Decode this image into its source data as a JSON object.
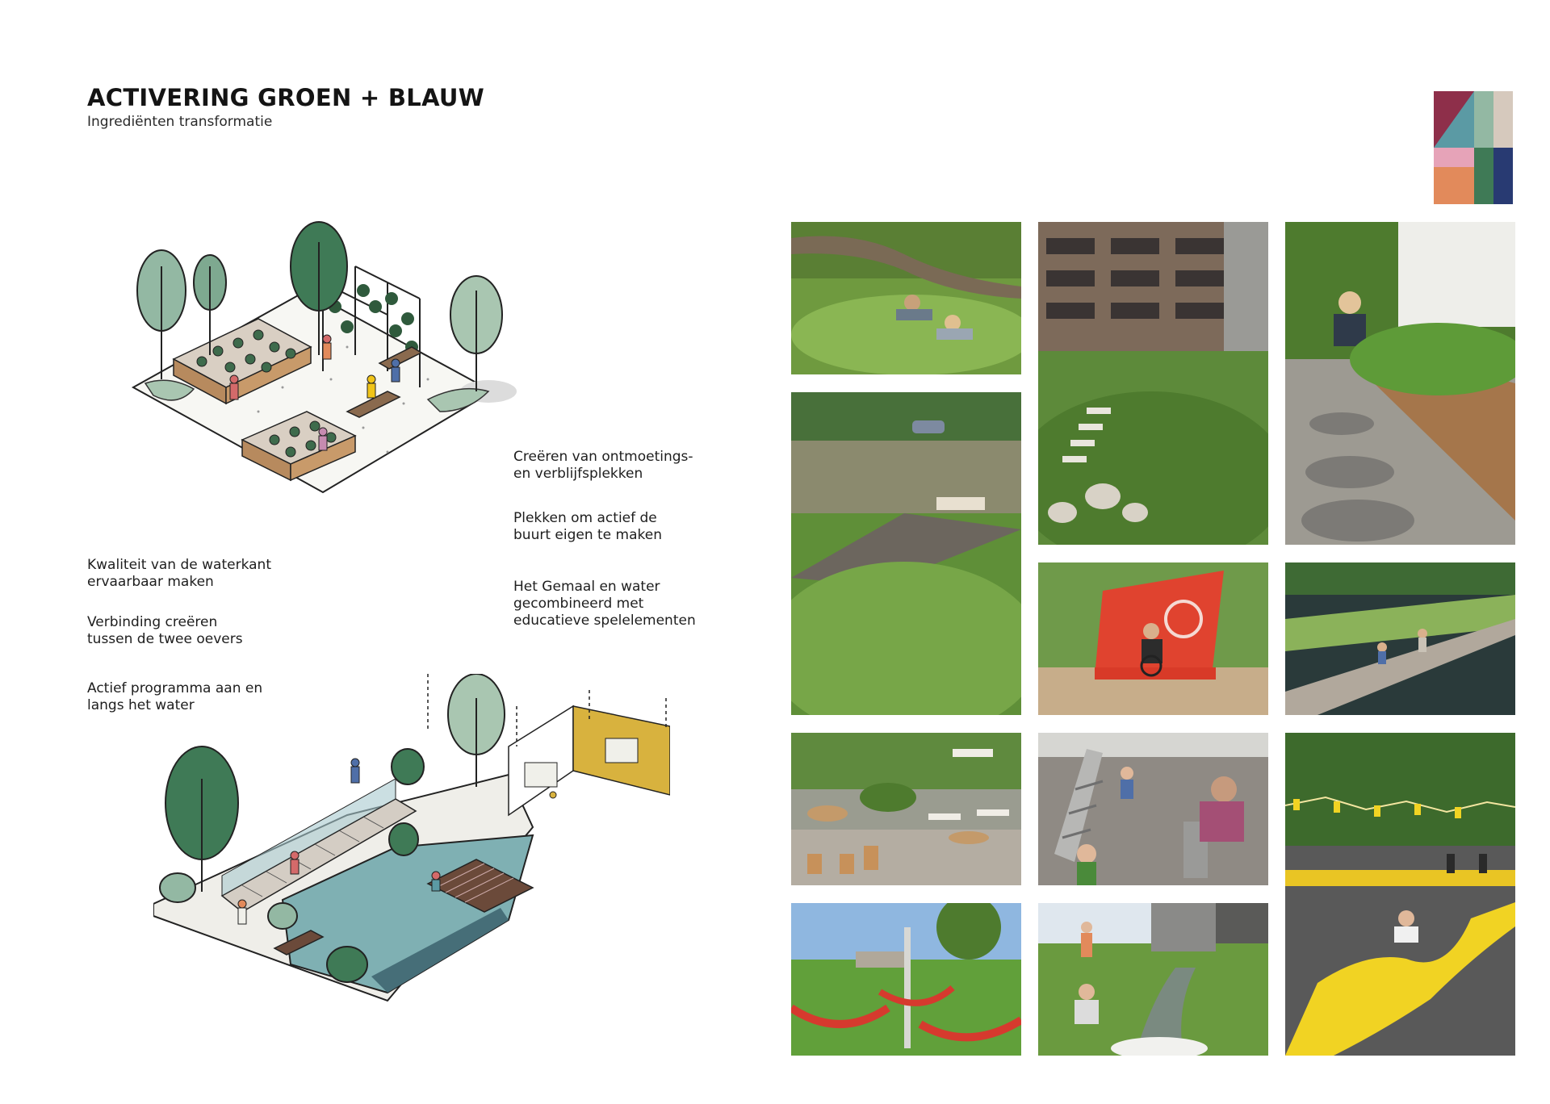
{
  "header": {
    "title": "ACTIVERING GROEN + BLAUW",
    "subtitle": "Ingrediënten transformatie"
  },
  "notes": {
    "left": [
      "Kwaliteit van de waterkant\nervaarbaar maken",
      "Verbinding creëren\ntussen de twee oevers",
      "Actief programma aan en\nlangs het water"
    ],
    "right": [
      "Creëren van ontmoetings-\nen verblijfsplekken",
      "Plekken om actief de\nbuurt eigen te maken",
      "Het Gemaal en water\ngecombineerd met\neducatieve spelelementen"
    ]
  },
  "colors": {
    "burgundy": "#8e2f4a",
    "teal": "#5b9aa4",
    "sage": "#93b8a3",
    "sand": "#d6c9bd",
    "pink": "#e6a3b8",
    "forest": "#3f7a56",
    "navy": "#283a72",
    "orange": "#e28a5b",
    "ochre": "#d8b23e",
    "red": "#e0432f",
    "yellow": "#f1d323"
  },
  "photos": [
    {
      "name": "photo-children-climbing-tree",
      "scene": "children crawling under a fallen tree in tall grass"
    },
    {
      "name": "photo-residential-courtyard-garden",
      "scene": "green courtyard with stepping stones and boulders between apartment blocks"
    },
    {
      "name": "photo-raised-garden-beds",
      "scene": "woman tending wooden raised planters beside a stepping stone path"
    },
    {
      "name": "photo-wooden-pier-pond",
      "scene": "people lying on a wooden pier by a reedy pond"
    },
    {
      "name": "photo-red-wheelchair-swing",
      "scene": "man in wheelchair on a red accessible swing"
    },
    {
      "name": "photo-boardwalk-wetland",
      "scene": "people walking on a boardwalk through a wetland"
    },
    {
      "name": "photo-garden-cafe-terrace",
      "scene": "garden café with tables and tree stumps"
    },
    {
      "name": "photo-water-play-archimedes-screw",
      "scene": "children playing with a water screw and pump"
    },
    {
      "name": "photo-yellow-slide-terrace",
      "scene": "child on a long yellow slide under string lights"
    },
    {
      "name": "photo-hammock-park",
      "scene": "people relaxing in red hammocks on a lawn"
    },
    {
      "name": "photo-children-playing-stream",
      "scene": "children playing in a small urban stream"
    }
  ]
}
